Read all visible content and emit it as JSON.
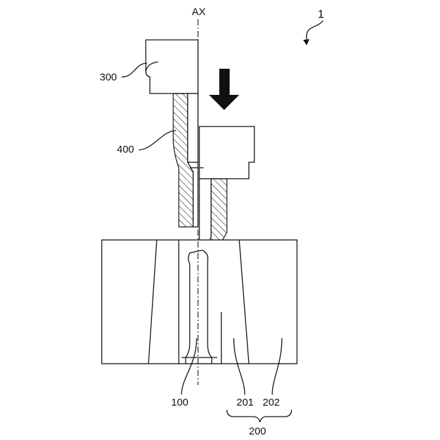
{
  "figure": {
    "axis_label": "AX",
    "assembly_label": "1",
    "labels": {
      "upper_holder": "300",
      "hatched_member": "400",
      "workpiece": "100",
      "inner_die": "201",
      "outer_die": "202",
      "die_assembly": "200"
    }
  }
}
